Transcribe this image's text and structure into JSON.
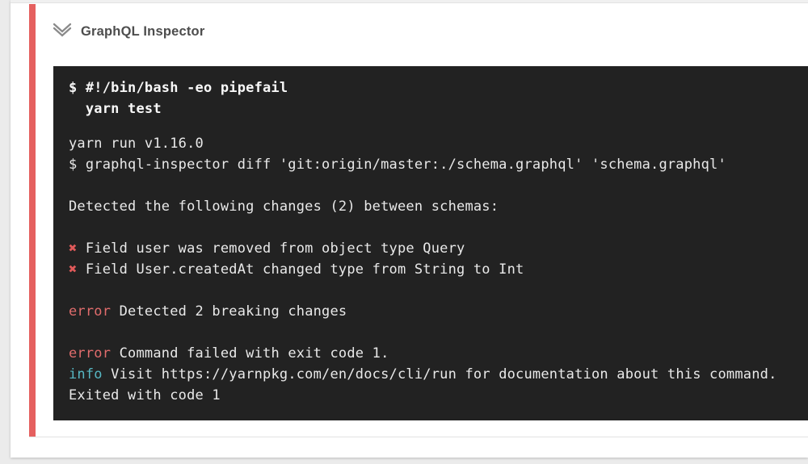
{
  "colors": {
    "page_bg": "#ebebeb",
    "card_bg": "#ffffff",
    "divider": "#e2e2e2",
    "accent_red": "#e5605f",
    "chevron": "#8a8a8a",
    "title_text": "#4d4d4d",
    "terminal_bg": "#222222",
    "terminal_text": "#e9e9e9",
    "command_text": "#f7f7f7",
    "cross": "#e05a5a",
    "error": "#e06c6c",
    "info": "#56b7c3"
  },
  "step": {
    "title": "GraphQL Inspector",
    "collapse_icon": "double-chevron-down"
  },
  "terminal": {
    "lines": [
      {
        "type": "command",
        "text": "$ #!/bin/bash -eo pipefail"
      },
      {
        "type": "command",
        "text": "  yarn test"
      },
      {
        "type": "spacer"
      },
      {
        "type": "plain",
        "text": "yarn run v1.16.0"
      },
      {
        "type": "plain",
        "text": "$ graphql-inspector diff 'git:origin/master:./schema.graphql' 'schema.graphql'"
      },
      {
        "type": "blank"
      },
      {
        "type": "plain",
        "text": "Detected the following changes (2) between schemas:"
      },
      {
        "type": "blank"
      },
      {
        "type": "breaking",
        "marker": "✖",
        "text": "Field user was removed from object type Query"
      },
      {
        "type": "breaking",
        "marker": "✖",
        "text": "Field User.createdAt changed type from String to Int"
      },
      {
        "type": "blank"
      },
      {
        "type": "tagged",
        "tag": "error",
        "text": "Detected 2 breaking changes"
      },
      {
        "type": "blank"
      },
      {
        "type": "tagged",
        "tag": "error",
        "text": "Command failed with exit code 1."
      },
      {
        "type": "tagged",
        "tag": "info",
        "text": "Visit https://yarnpkg.com/en/docs/cli/run for documentation about this command."
      },
      {
        "type": "plain",
        "text": "Exited with code 1"
      }
    ]
  }
}
